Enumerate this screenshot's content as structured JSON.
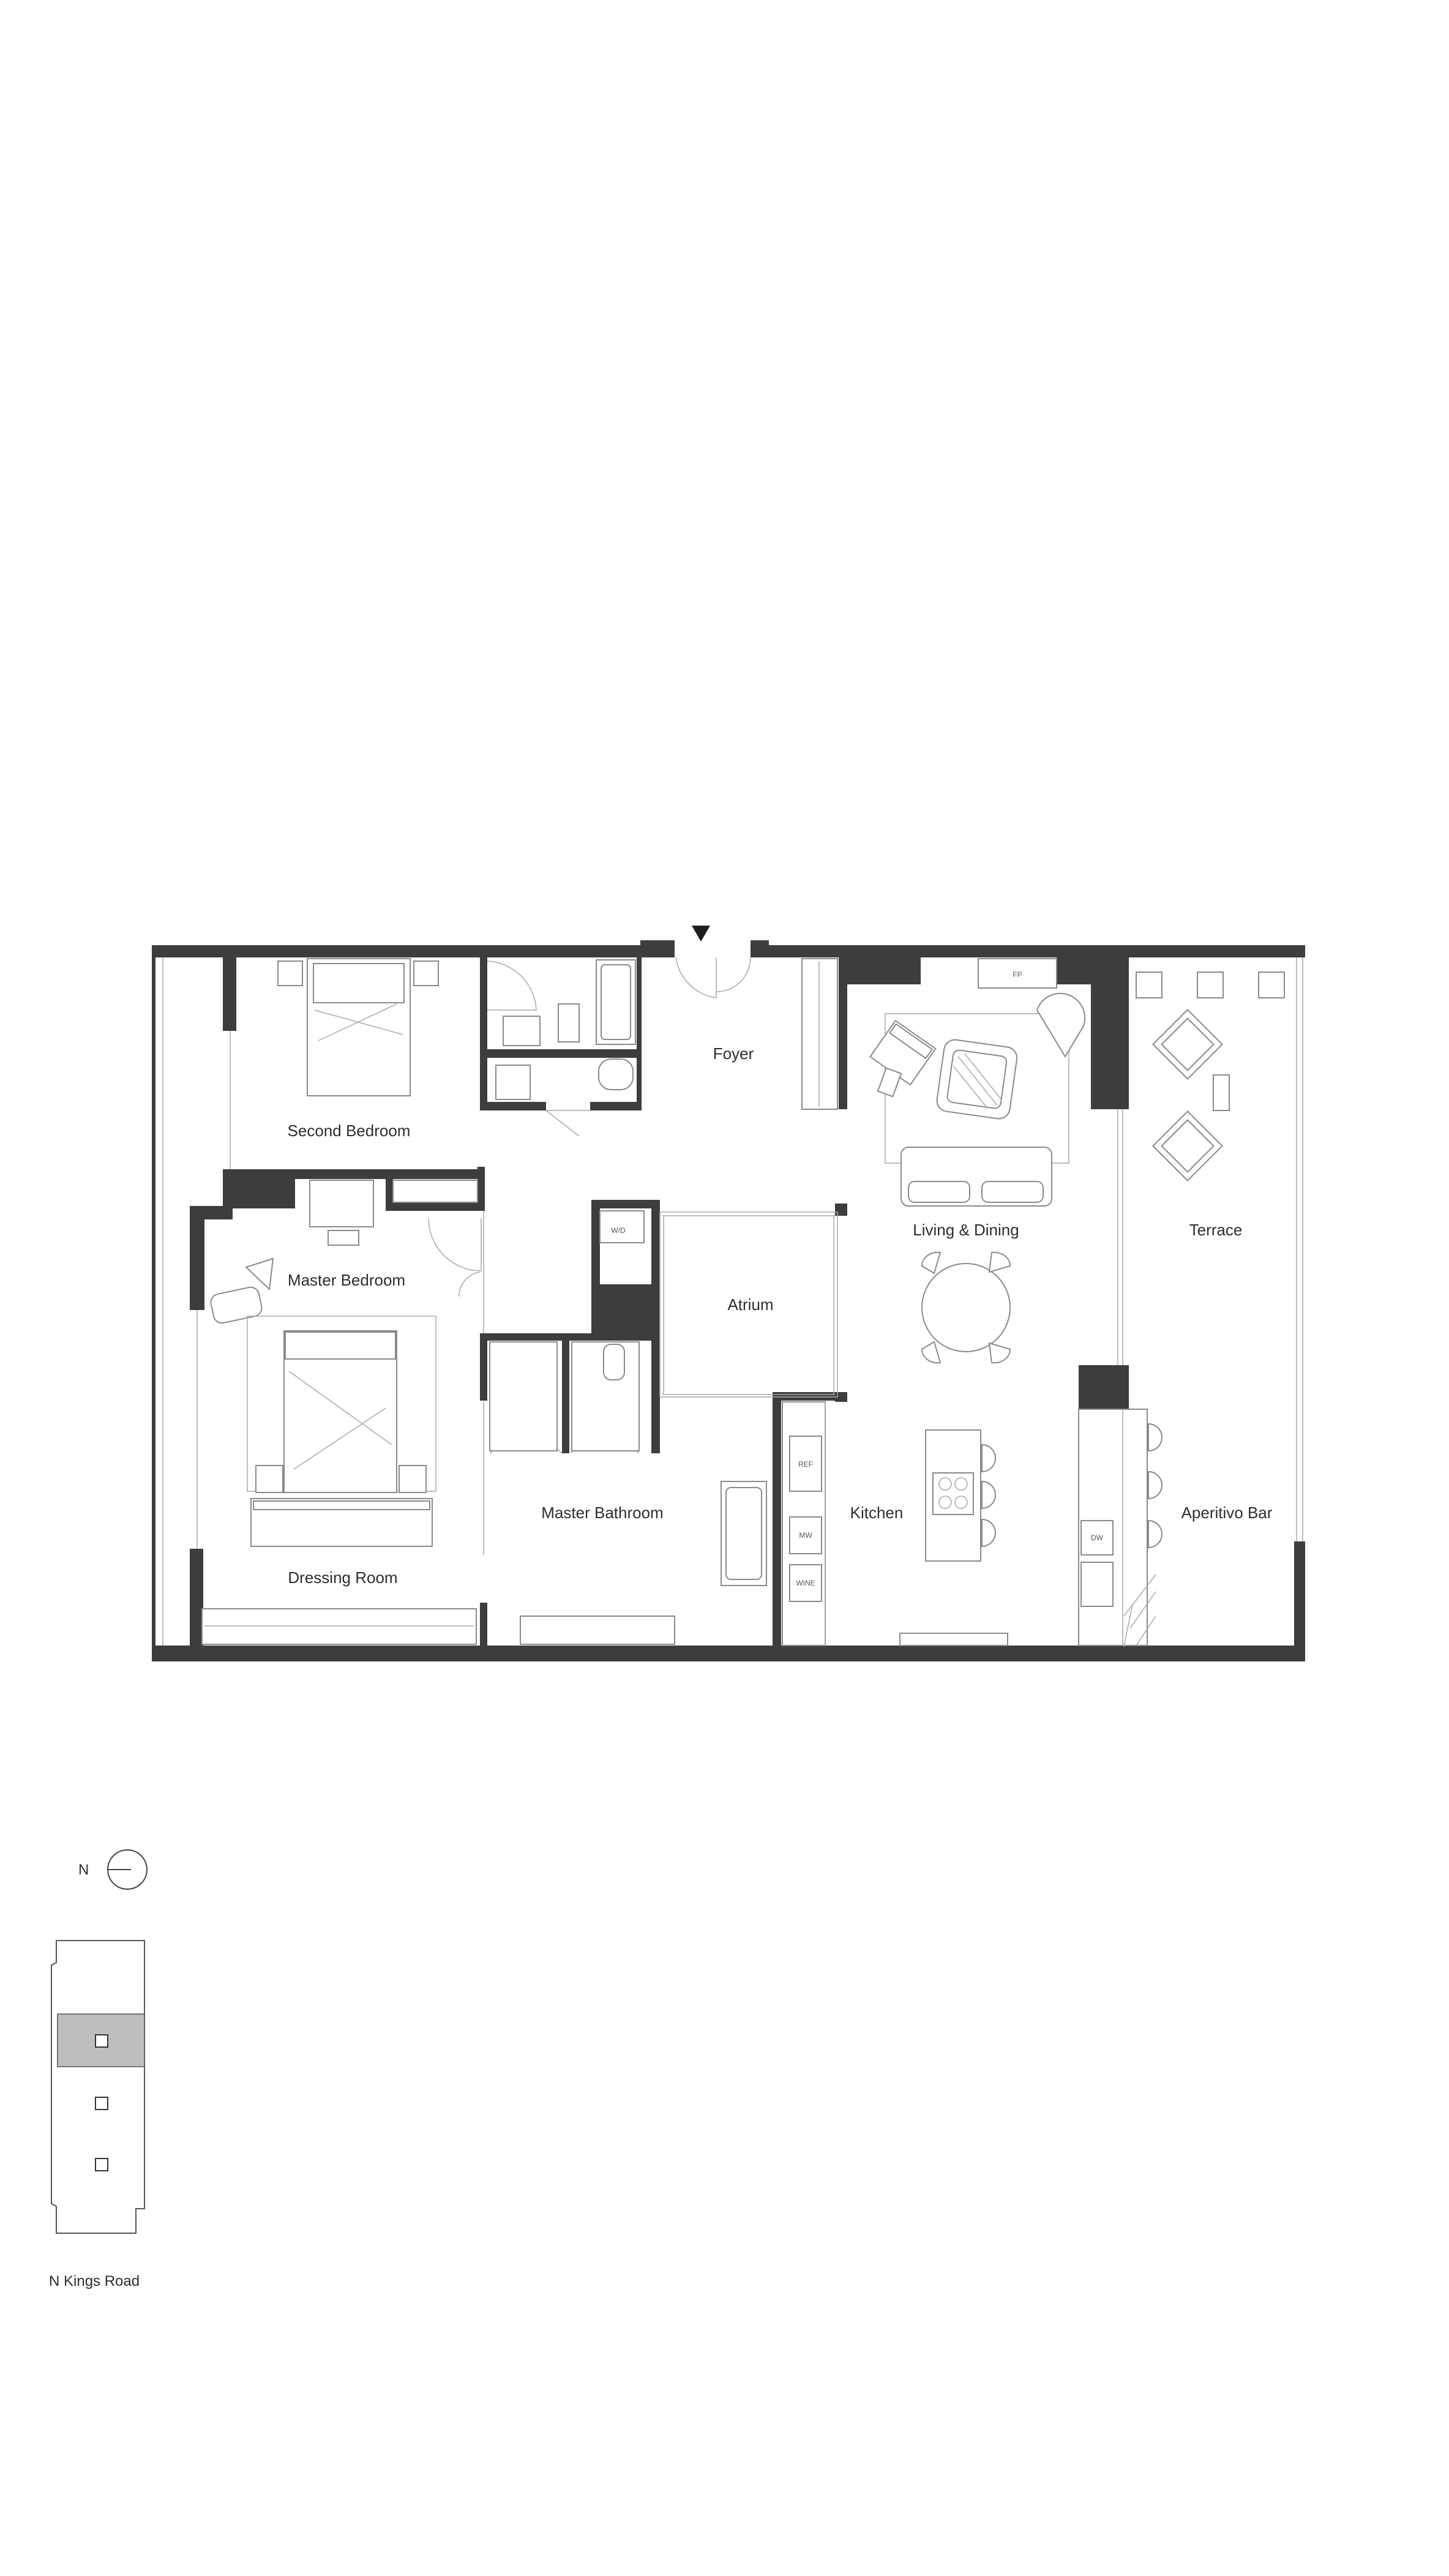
{
  "rooms": {
    "second_bedroom": "Second Bedroom",
    "foyer": "Foyer",
    "living_dining": "Living & Dining",
    "terrace": "Terrace",
    "master_bedroom": "Master Bedroom",
    "atrium": "Atrium",
    "master_bathroom": "Master Bathroom",
    "kitchen": "Kitchen",
    "aperitivo_bar": "Aperitivo Bar",
    "dressing_room": "Dressing Room"
  },
  "tags": {
    "fireplace": "FP",
    "washer_dryer": "W/D",
    "refrigerator": "REF",
    "microwave": "MW",
    "wine": "WINE",
    "dishwasher": "DW"
  },
  "legend": {
    "north": "N",
    "street": "N Kings Road"
  },
  "colors": {
    "wall": "#3d3d3d",
    "highlight_unit": "#bcbfbd",
    "linework": "#8a8a8a"
  },
  "icons": {
    "entry_marker": "entry-triangle-icon",
    "compass": "north-compass-icon"
  }
}
